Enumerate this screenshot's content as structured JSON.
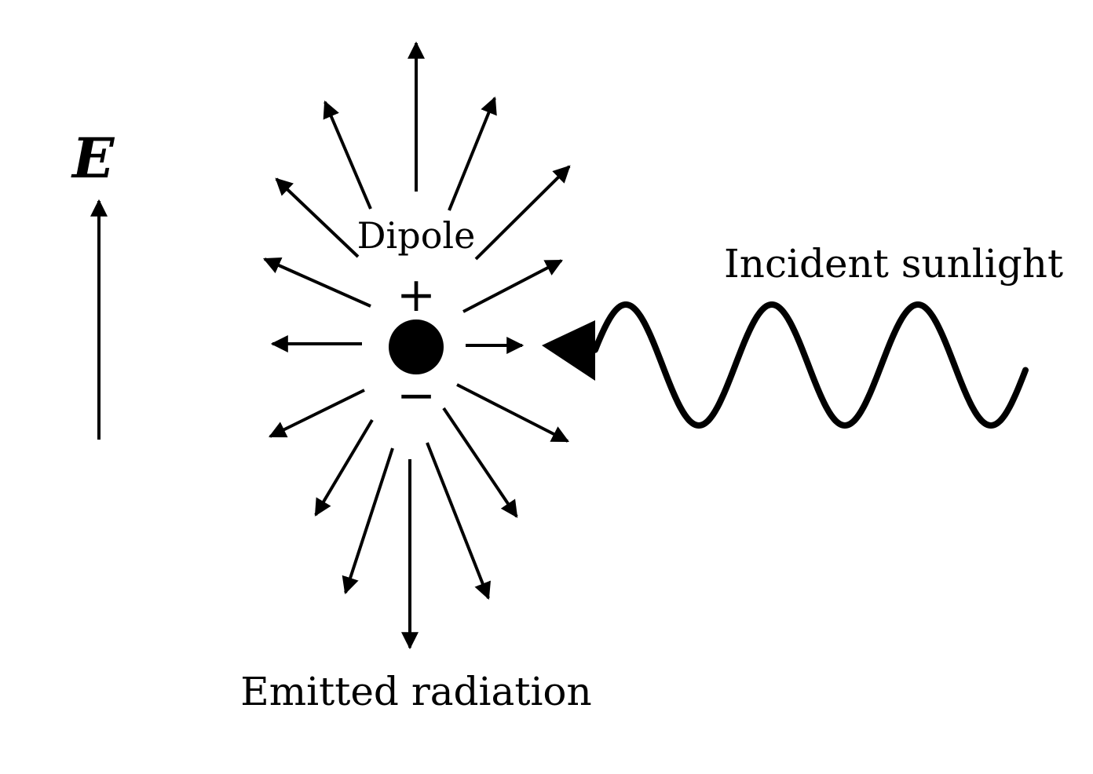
{
  "diagram": {
    "field_label": "E",
    "dipole_label": "Dipole",
    "positive_sign": "+",
    "negative_sign": "−",
    "incident_label": "Incident sunlight",
    "emitted_label": "Emitted radiation"
  },
  "colors": {
    "ink": "#000000",
    "background": "#ffffff"
  }
}
